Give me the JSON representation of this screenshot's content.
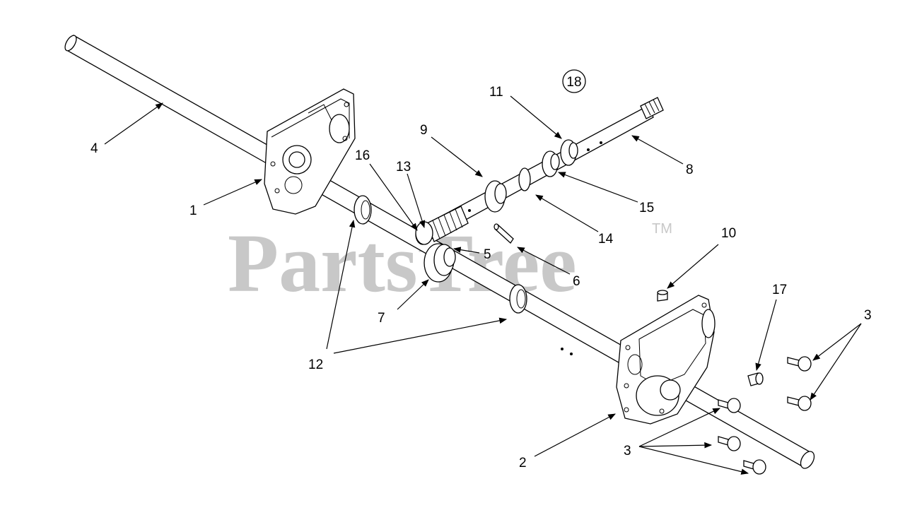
{
  "watermark": {
    "text": "PartsTree",
    "trademark": "TM"
  },
  "assembly_badge": "18",
  "callouts": [
    "1",
    "2",
    "3",
    "3",
    "4",
    "5",
    "6",
    "7",
    "8",
    "9",
    "10",
    "11",
    "12",
    "13",
    "14",
    "15",
    "16",
    "17"
  ],
  "colors": {
    "line": "#000000",
    "watermark": "#c8c8c8",
    "background": "#ffffff"
  }
}
